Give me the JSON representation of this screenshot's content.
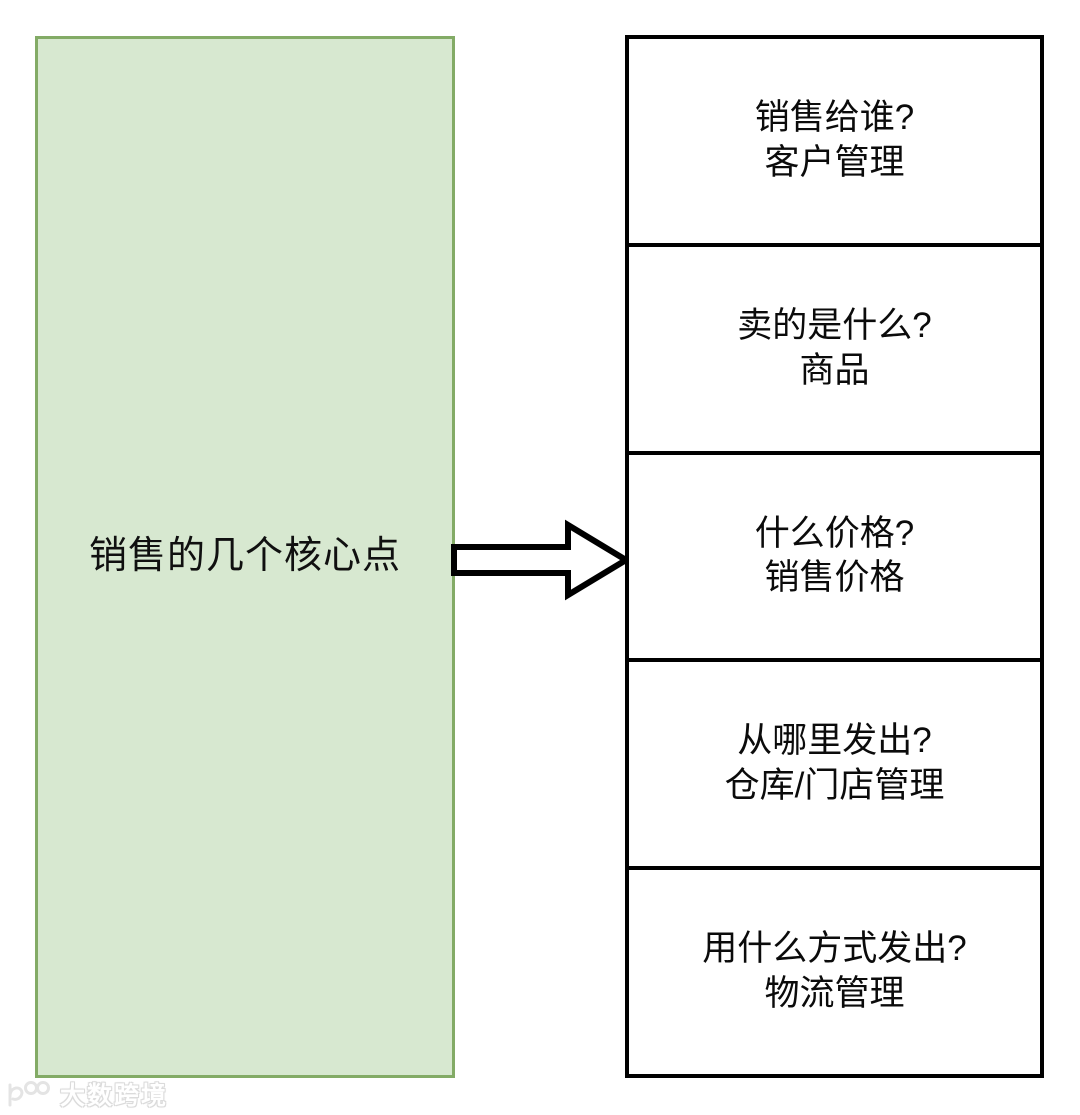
{
  "diagram": {
    "source": {
      "label": "销售的几个核心点",
      "fill_color": "#d7e8d0",
      "border_color": "#83ab66"
    },
    "connector": {
      "name": "block-arrow-right",
      "direction": "right",
      "fill_color": "#ffffff",
      "stroke_color": "#000000"
    },
    "items": [
      {
        "question": "销售给谁?",
        "answer": "客户管理"
      },
      {
        "question": "卖的是什么?",
        "answer": "商品"
      },
      {
        "question": "什么价格?",
        "answer": "销售价格"
      },
      {
        "question": "从哪里发出?",
        "answer": "仓库/门店管理"
      },
      {
        "question": "用什么方式发出?",
        "answer": "物流管理"
      }
    ],
    "items_style": {
      "border_color": "#000000",
      "fill_color": "#ffffff"
    }
  },
  "watermark": {
    "text": "大数跨境",
    "logo_name": "dashu-kuajing-logo"
  }
}
